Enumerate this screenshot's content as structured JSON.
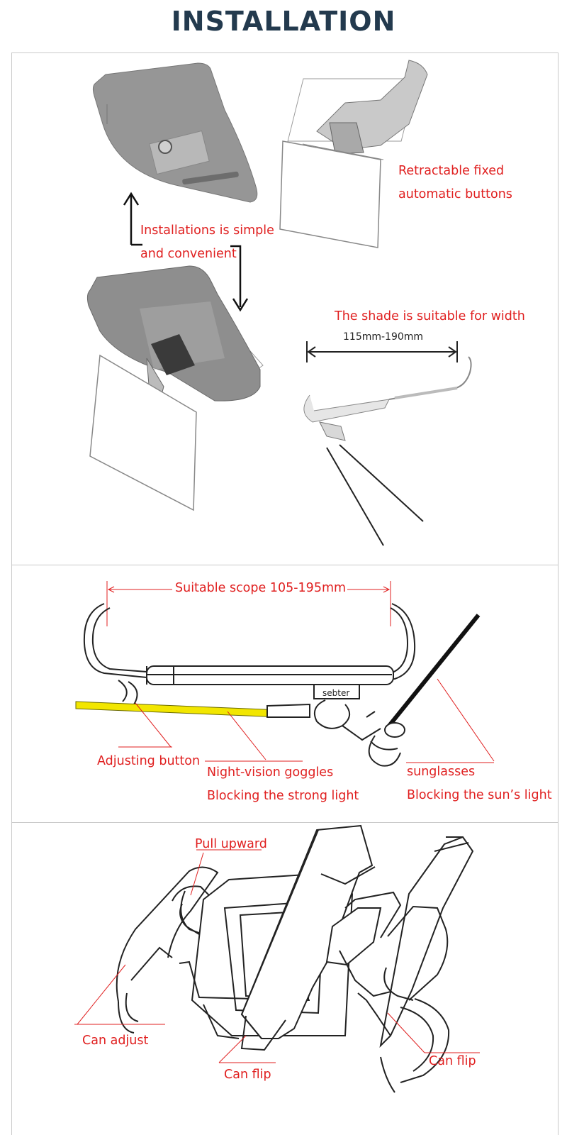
{
  "header": {
    "title": "INSTALLATION"
  },
  "panel1": {
    "retractable_line1": "Retractable fixed",
    "retractable_line2": "automatic buttons",
    "install_line1": "Installations is simple",
    "install_line2": "and convenient",
    "shade_width": "The shade is suitable for width",
    "width_range": "115mm-190mm"
  },
  "panel2": {
    "scope": "Suitable scope 105-195mm",
    "brand": "sebter",
    "adjusting": "Adjusting button",
    "night_line1": "Night-vision goggles",
    "night_line2": "Blocking the strong light",
    "sun_line1": "sunglasses",
    "sun_line2": "Blocking the sun’s light"
  },
  "panel3": {
    "pull_upward": "Pull upward",
    "can_adjust": "Can adjust",
    "can_flip_left": "Can flip",
    "can_flip_right": "Can flip"
  },
  "colors": {
    "title": "#233a4e",
    "label": "#e01f1f",
    "visor": "#8f8f8f",
    "goggle": "#f2e600"
  }
}
